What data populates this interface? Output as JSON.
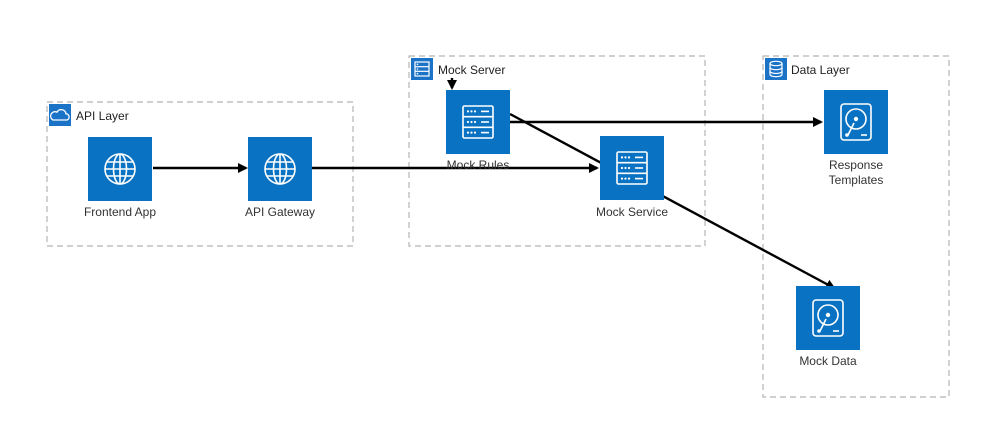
{
  "groups": {
    "api_layer": {
      "label": "API Layer",
      "icon": "cloud-icon"
    },
    "mock_server": {
      "label": "Mock Server",
      "icon": "server-rack-icon"
    },
    "data_layer": {
      "label": "Data Layer",
      "icon": "database-icon"
    }
  },
  "nodes": {
    "frontend_app": {
      "label": "Frontend App",
      "icon": "globe-icon"
    },
    "api_gateway": {
      "label": "API Gateway",
      "icon": "globe-icon"
    },
    "mock_rules": {
      "label": "Mock Rules",
      "icon": "server-icon"
    },
    "mock_service": {
      "label": "Mock Service",
      "icon": "server-icon"
    },
    "response_templates": {
      "label_line1": "Response",
      "label_line2": "Templates",
      "icon": "hard-disk-icon"
    },
    "mock_data": {
      "label": "Mock Data",
      "icon": "hard-disk-icon"
    }
  },
  "colors": {
    "tile": "#0a72c2",
    "edge": "#000000",
    "group_border": "#b5b5b5"
  },
  "edges": [
    {
      "from": "frontend_app",
      "to": "api_gateway"
    },
    {
      "from": "api_gateway",
      "to": "mock_service"
    },
    {
      "from": "mock_rules",
      "to": "response_templates"
    },
    {
      "from": "mock_rules",
      "to": "mock_data"
    },
    {
      "from": "mock_server",
      "to": "mock_rules"
    }
  ]
}
